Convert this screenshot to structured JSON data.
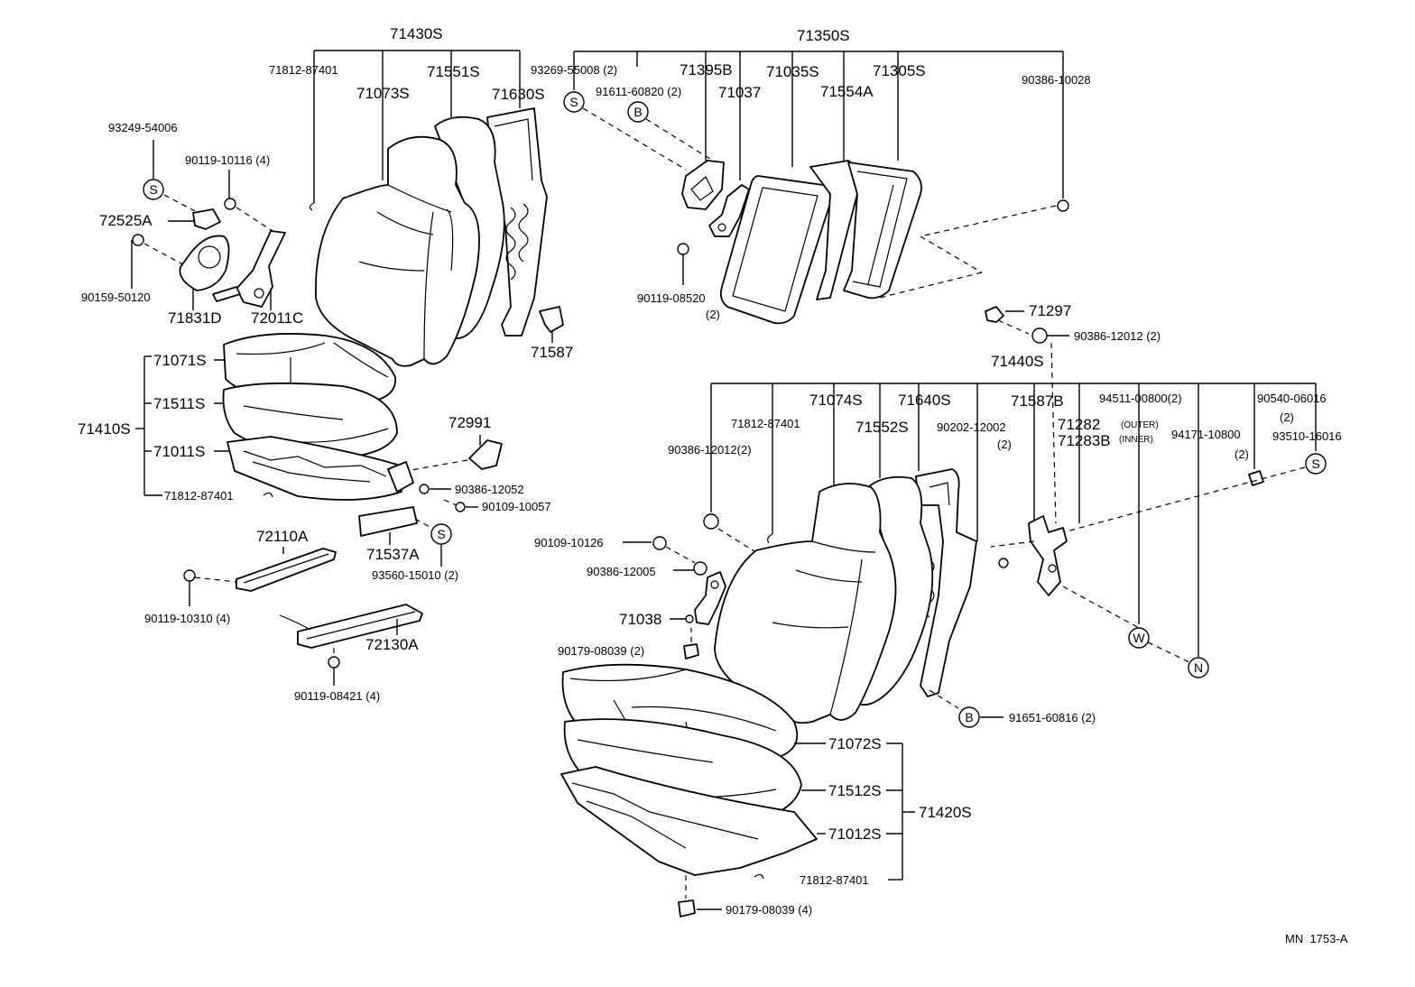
{
  "diagram_id": "MN  1753-A",
  "callouts": {
    "71430S": "71430S",
    "71812_87401_a": "71812-87401",
    "71073S": "71073S",
    "71551S": "71551S",
    "71630S": "71630S",
    "93249_54006": "93249-54006",
    "90119_10116": "90119-10116 (4)",
    "72525A": "72525A",
    "90159_50120": "90159-50120",
    "71831D": "71831D",
    "72011C": "72011C",
    "71587": "71587",
    "71071S": "71071S",
    "71511S": "71511S",
    "71410S": "71410S",
    "71011S": "71011S",
    "71812_87401_b": "71812-87401",
    "72991": "72991",
    "90386_12052": "90386-12052",
    "90109_10057": "90109-10057",
    "72110A": "72110A",
    "71537A": "71537A",
    "93560_15010": "93560-15010 (2)",
    "90119_10310": "90119-10310 (4)",
    "72130A": "72130A",
    "90119_08421": "90119-08421 (4)",
    "71350S": "71350S",
    "93269_55008": "93269-55008 (2)",
    "71395B": "71395B",
    "71035S": "71035S",
    "71305S": "71305S",
    "91611_60820": "91611-60820 (2)",
    "71037": "71037",
    "71554A": "71554A",
    "90386_10028": "90386-10028",
    "90119_08520": "90119-08520",
    "90119_08520_qty": "(2)",
    "71297": "71297",
    "90386_12012_a": "90386-12012 (2)",
    "71440S": "71440S",
    "71812_87401_c": "71812-87401",
    "71074S": "71074S",
    "71640S": "71640S",
    "71587B": "71587B",
    "94511_00800": "94511-00800(2)",
    "90540_06016": "90540-06016",
    "90540_06016_qty": "(2)",
    "71552S": "71552S",
    "90202_12002": "90202-12002",
    "90202_12002_qty": "(2)",
    "71282": "71282",
    "71283B": "71283B",
    "outer": "(OUTER)",
    "inner": "(INNER)",
    "94171_10800": "94171-10800",
    "94171_10800_qty": "(2)",
    "93510_16016": "93510-16016",
    "90386_12012_b": "90386-12012(2)",
    "90109_10126": "90109-10126",
    "90386_12005": "90386-12005",
    "71038": "71038",
    "90179_08039_a": "90179-08039 (2)",
    "91651_60816": "91651-60816 (2)",
    "71072S": "71072S",
    "71512S": "71512S",
    "71420S": "71420S",
    "71012S": "71012S",
    "71812_87401_d": "71812-87401",
    "90179_08039_b": "90179-08039 (4)"
  },
  "markers": {
    "S": "S",
    "B": "B",
    "W": "W",
    "N": "N"
  }
}
